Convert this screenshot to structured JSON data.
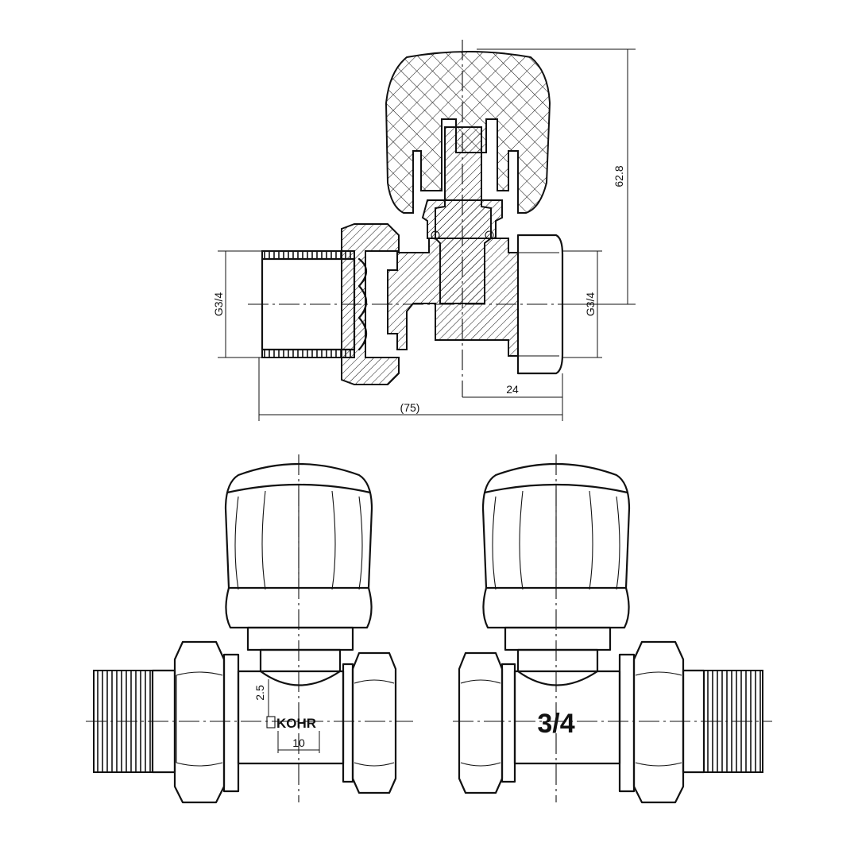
{
  "section_view": {
    "dim_height": "62.8",
    "dim_thread_left": "G3/4",
    "dim_thread_right": "G3/4",
    "dim_offset": "24",
    "dim_length": "(75)"
  },
  "front_view_left": {
    "brand_text": "KOHR",
    "dim_vertical": "2.5",
    "dim_horizontal": "10"
  },
  "front_view_right": {
    "size_text": "3/4"
  }
}
